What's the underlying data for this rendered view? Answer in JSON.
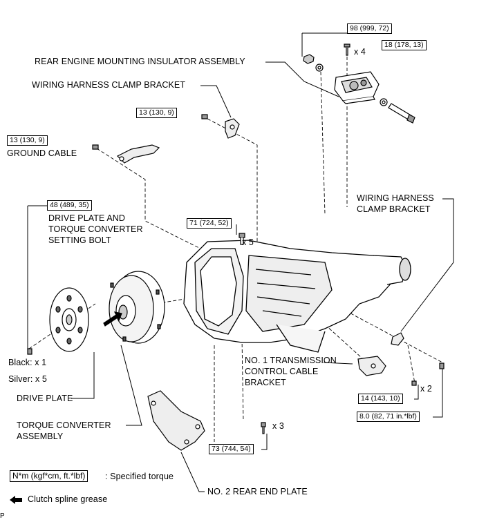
{
  "labels": {
    "rear_engine_mounting": "REAR ENGINE MOUNTING INSULATOR ASSEMBLY",
    "wiring_bracket_top": "WIRING HARNESS CLAMP BRACKET",
    "ground_cable": "GROUND CABLE",
    "drive_plate_bolt_l1": "DRIVE PLATE AND",
    "drive_plate_bolt_l2": "TORQUE CONVERTER",
    "drive_plate_bolt_l3": "SETTING BOLT",
    "wiring_bracket_right_l1": "WIRING HARNESS",
    "wiring_bracket_right_l2": "CLAMP BRACKET",
    "black_count": "Black: x 1",
    "silver_count": "Silver: x 5",
    "drive_plate": "DRIVE PLATE",
    "torque_converter_l1": "TORQUE CONVERTER",
    "torque_converter_l2": "ASSEMBLY",
    "control_cable_l1": "NO. 1 TRANSMISSION",
    "control_cable_l2": "CONTROL CABLE",
    "control_cable_l3": "BRACKET",
    "rear_end_plate": "NO. 2 REAR END PLATE",
    "specified_torque": ": Specified torque",
    "clutch_grease": "Clutch spline grease",
    "corner_mark": "P"
  },
  "torques": {
    "t98": "98 (999, 72)",
    "t18": "18 (178, 13)",
    "t13a": "13 (130, 9)",
    "t13b": "13 (130, 9)",
    "t48": "48 (489, 35)",
    "t71": "71 (724, 52)",
    "t14": "14 (143, 10)",
    "t8": "8.0 (82, 71 in.*lbf)",
    "t73": "73 (744, 54)"
  },
  "legend_unit": "N*m (kgf*cm, ft.*lbf)",
  "multipliers": {
    "x4": "x 4",
    "x5": "x 5",
    "x2": "x 2",
    "x3": "x 3"
  }
}
